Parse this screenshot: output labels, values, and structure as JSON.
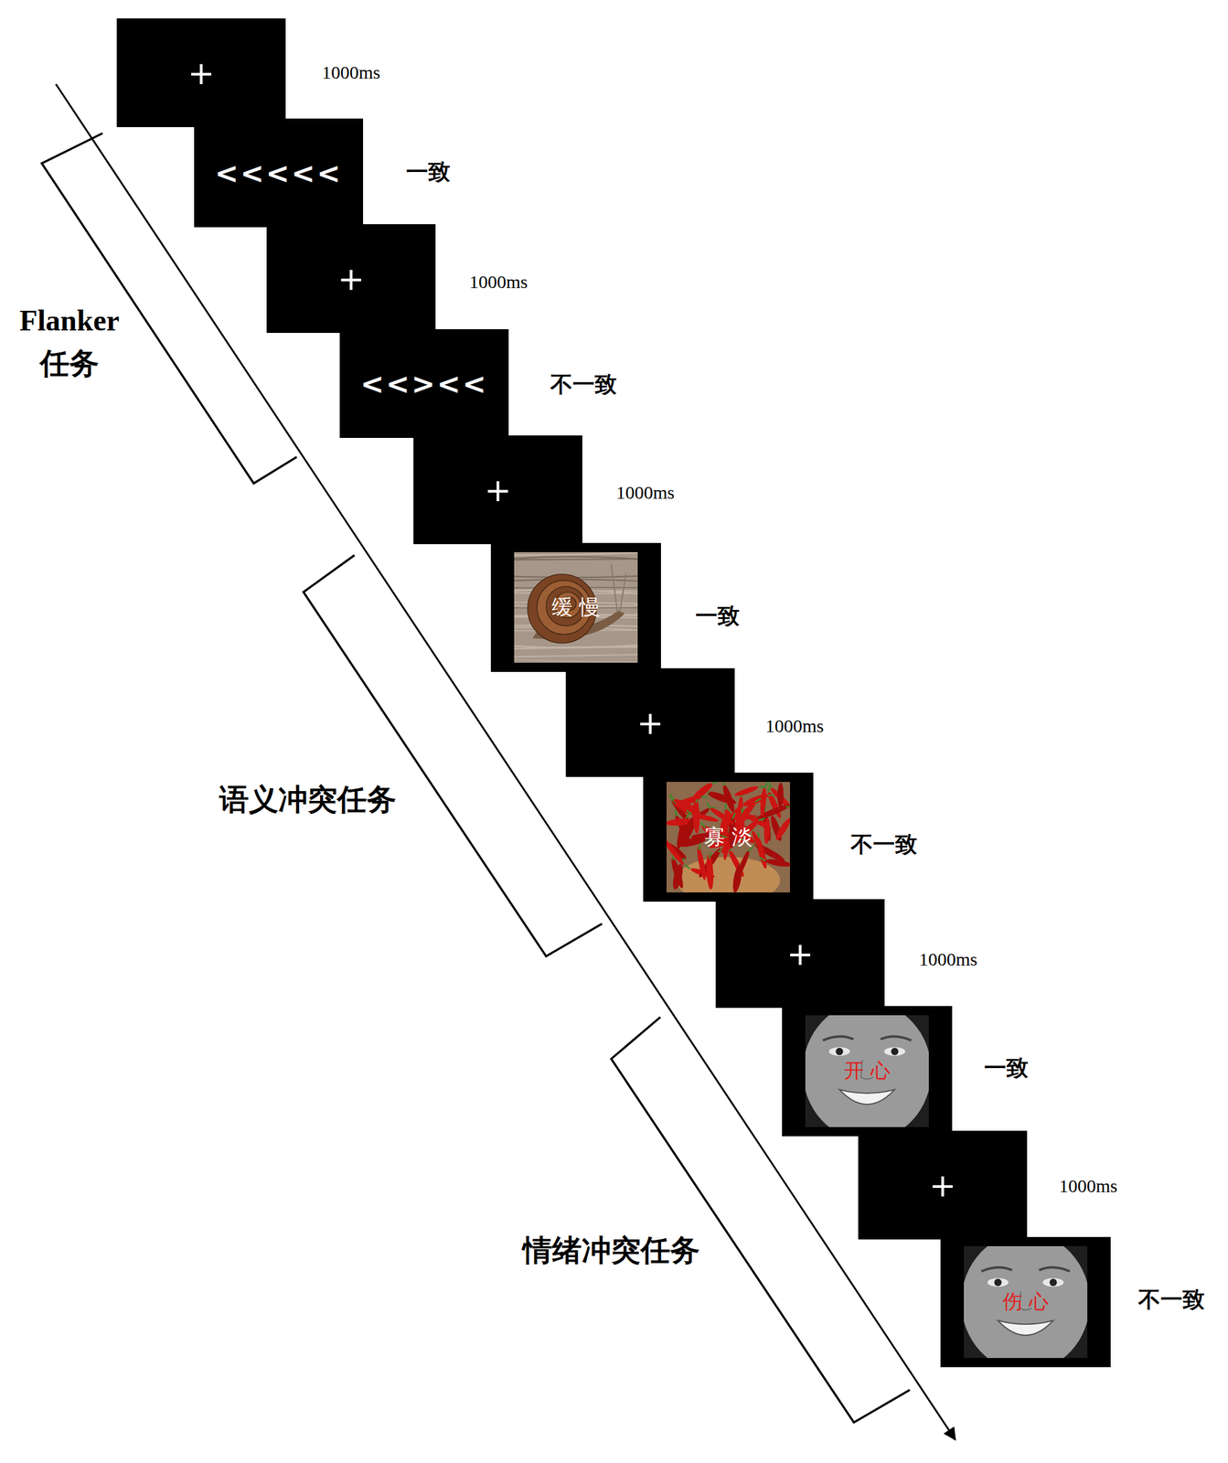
{
  "diagram": {
    "nodes": [
      {
        "text": [
          "+"
        ]
      },
      {
        "text": [
          "<<<<<"
        ]
      },
      {
        "text": [
          "+"
        ]
      },
      {
        "text": [
          "<<><<"
        ]
      },
      {
        "text": [
          "+"
        ]
      },
      {
        "text": [
          "缓 慢"
        ]
      },
      {
        "text": [
          "+"
        ]
      },
      {
        "text": [
          "寡 淡"
        ]
      },
      {
        "text": [
          "+"
        ]
      },
      {
        "text": [
          "开 心"
        ]
      },
      {
        "text": [
          "+"
        ]
      },
      {
        "text": [
          "伤 心"
        ]
      }
    ],
    "labels": [
      "1000ms",
      "一致",
      "Flanker 任务",
      "1000ms",
      "不一致",
      "1000ms",
      "一致",
      "1000ms",
      "语义冲突任务",
      "不一致",
      "1000ms",
      "一致",
      "1000ms",
      "情绪冲突任务",
      "不一致"
    ]
  }
}
